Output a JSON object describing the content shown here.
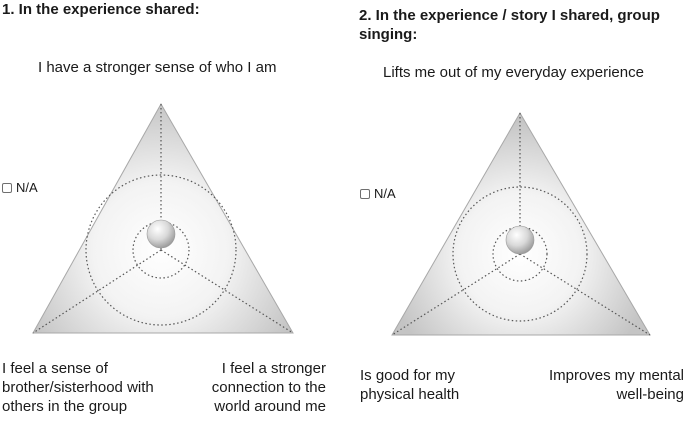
{
  "questions": [
    {
      "title": "1. In the experience shared:",
      "top_label": "I have a stronger sense of who I am",
      "na_label": "N/A",
      "bottom_left_label": "I feel a sense of brother/sisterhood with others in the group",
      "bottom_right_label": "I feel a stronger connection to the world around me"
    },
    {
      "title": "2. In the experience / story I shared, group singing:",
      "top_label": "Lifts me out of my everyday experience",
      "na_label": "N/A",
      "bottom_left_label": "Is good for my physical health",
      "bottom_right_label": "Improves my mental well-being"
    }
  ],
  "colors": {
    "triangle_fill": "#cfcfcf",
    "triangle_center": "#ffffff",
    "dotted_line": "#555555",
    "checkbox_border": "#6f6f6f"
  },
  "icons": {
    "marker": "gray-sphere-handle",
    "checkbox": "unchecked-checkbox"
  }
}
